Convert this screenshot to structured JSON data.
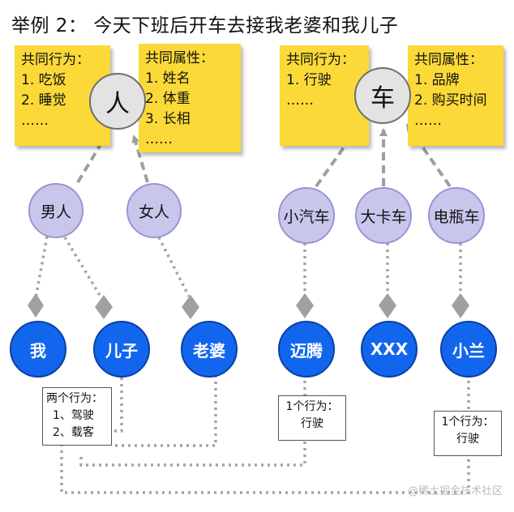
{
  "title": "举例 2： 今天下班后开车去接我老婆和我儿子",
  "notes": {
    "person_behavior": [
      "共同行为：",
      "1. 吃饭",
      "2. 睡觉",
      "……"
    ],
    "person_attr": [
      "共同属性：",
      "1.  姓名",
      "2. 体重",
      "3. 长相",
      "……"
    ],
    "vehicle_behavior": [
      "共同行为：",
      "1. 行驶",
      "……"
    ],
    "vehicle_attr": [
      "共同属性：",
      "1. 品牌",
      "2. 购买时间",
      "……"
    ]
  },
  "base_classes": {
    "person": "人",
    "vehicle": "车"
  },
  "subclasses": {
    "man": "男人",
    "woman": "女人",
    "car": "小汽车",
    "truck": "大卡车",
    "ebike": "电瓶车"
  },
  "instances": {
    "me": "我",
    "son": "儿子",
    "wife": "老婆",
    "magotan": "迈腾",
    "xxx": "XXX",
    "xiaolan": "小兰"
  },
  "boxes": {
    "me_actions": [
      "两个行为：",
      "1、驾驶",
      "2、载客"
    ],
    "magotan_actions": [
      "1个行为：",
      "行驶"
    ],
    "xiaolan_actions": [
      "1个行为：",
      "行驶"
    ]
  },
  "watermark": "@稀土掘金技术社区",
  "colors": {
    "note": "#fbd938",
    "base": "#e3e3e3",
    "subclass": "#c9c6ec",
    "instance": "#1266ee",
    "connector": "#9e9e9e"
  }
}
